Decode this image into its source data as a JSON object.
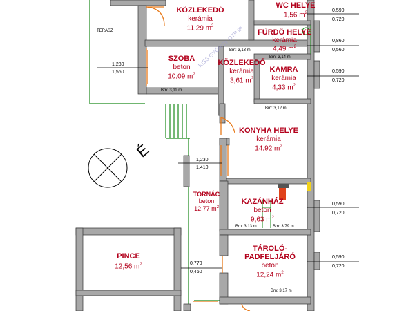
{
  "colors": {
    "room_label": "#b3001b",
    "wall": "#a8a8a8",
    "wall_edge": "#333333",
    "garden_line": "#1a8a1a",
    "door": "#e87a1a",
    "watermark": "#9a9ad0",
    "boiler": "#e0421a"
  },
  "rooms": {
    "kozlekedo1": {
      "name": "KÖZLEKEDŐ",
      "material": "kerámia",
      "area": "11,29 m",
      "sup": "2"
    },
    "wc": {
      "name": "WC HELYE",
      "area": "1,56 m",
      "sup": "2"
    },
    "furdo": {
      "name": "FÜRDŐ HELYE",
      "material": "kerámia",
      "area": "4,49 m",
      "sup": "2"
    },
    "szoba": {
      "name": "SZOBA",
      "material": "beton",
      "area": "10,09 m",
      "sup": "2"
    },
    "kozlekedo2": {
      "name": "KÖZLEKEDŐ",
      "material": "kerámia",
      "area": "3,61 m",
      "sup": "2"
    },
    "kamra": {
      "name": "KAMRA",
      "material": "kerámia",
      "area": "4,33 m",
      "sup": "2"
    },
    "konyha": {
      "name": "KONYHA HELYE",
      "material": "kerámia",
      "area": "14,92 m",
      "sup": "2"
    },
    "tornac": {
      "name": "TORNÁC",
      "material": "beton",
      "area": "12,77 m",
      "sup": "2"
    },
    "kazanhaz": {
      "name": "KAZÁNHÁZ",
      "material": "beton",
      "area": "9,63 m",
      "sup": "2"
    },
    "pince": {
      "name": "PINCE",
      "area": "12,56 m",
      "sup": "2"
    },
    "tarolo": {
      "name1": "TÁROLÓ-",
      "name2": "PADFELJÁRÓ",
      "material": "beton",
      "area": "12,24 m",
      "sup": "2"
    }
  },
  "terasz": "TERASZ",
  "heights": {
    "szoba_left": [
      "1,280",
      "1,560"
    ],
    "tornac": [
      "1,230",
      "1,410"
    ],
    "pince": [
      "0,770",
      "0,460"
    ],
    "r1": [
      "0,590",
      "0,720"
    ],
    "r2": [
      "0,860",
      "0,560"
    ],
    "r3": [
      "0,590",
      "0,720"
    ],
    "r4": [
      "0,590",
      "0,720"
    ],
    "r5": [
      "0,590",
      "0,720"
    ]
  },
  "bm": {
    "szoba": "Bm: 3,11 m",
    "kozlekedo": "Bm: 3,13 m",
    "furdo": "Bm: 3,14 m",
    "kamra": "Bm: 3,12 m",
    "kazan_left": "Bm: 3,13 m",
    "kazan_right": "Bm: 3,79 m",
    "tarolo": "Bm: 3,17 m"
  },
  "watermark": "KISS GYÖRGY OTP IP",
  "north_symbol": "É"
}
